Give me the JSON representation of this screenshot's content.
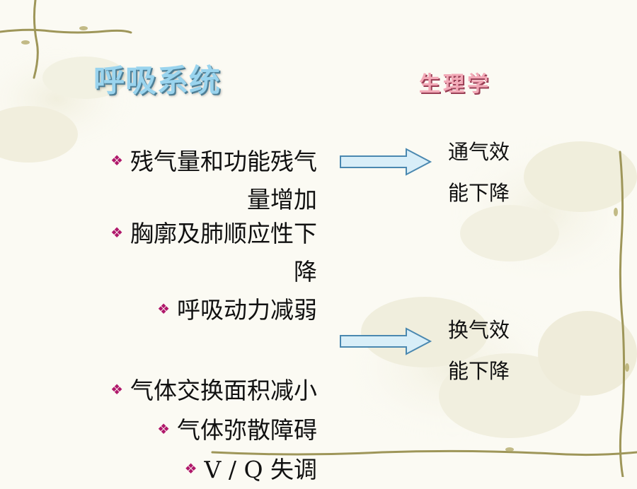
{
  "slide": {
    "title": "呼吸系统",
    "subtitle": "生理学",
    "bullets": [
      {
        "marker": "❖",
        "line1": "残气量和功能残气",
        "line2": "量增加"
      },
      {
        "marker": "❖",
        "line1": "胸廓及肺顺应性下",
        "line2": "降"
      },
      {
        "marker": "❖",
        "line1": "呼吸动力减弱"
      },
      {
        "marker": "❖",
        "line1": "气体交换面积减小"
      },
      {
        "marker": "❖",
        "line1": "气体弥散障碍"
      },
      {
        "marker": "❖",
        "line1": "V / Q 失调"
      }
    ],
    "results": [
      {
        "line1": "通气效",
        "line2": "能下降"
      },
      {
        "line1": "换气效",
        "line2": "能下降"
      }
    ],
    "colors": {
      "title": "#9ad4ee",
      "subtitle": "#f2a9b7",
      "bullet_marker": "#b0186b",
      "arrow_fill": "#d8eef8",
      "arrow_stroke": "#4a88b0"
    }
  }
}
